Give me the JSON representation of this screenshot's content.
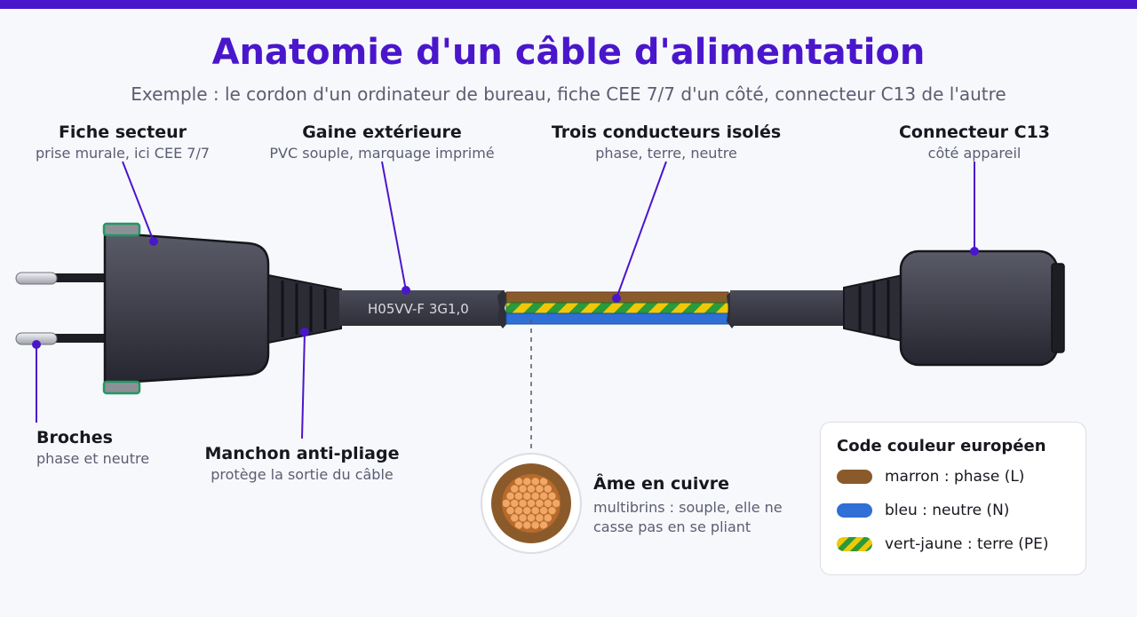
{
  "title": "Anatomie d'un câble d'alimentation",
  "subtitle": "Exemple : le cordon d'un ordinateur de bureau, fiche CEE 7/7 d'un côté, connecteur C13 de l'autre",
  "cable_marking": "H05VV-F 3G1,0",
  "labels": {
    "fiche": {
      "title": "Fiche secteur",
      "sub": "prise murale, ici CEE 7/7"
    },
    "gaine": {
      "title": "Gaine extérieure",
      "sub": "PVC souple, marquage imprimé"
    },
    "conducteurs": {
      "title": "Trois conducteurs isolés",
      "sub": "phase, terre, neutre"
    },
    "connecteur": {
      "title": "Connecteur C13",
      "sub": "côté appareil"
    },
    "broches": {
      "title": "Broches",
      "sub": "phase et neutre"
    },
    "manchon": {
      "title": "Manchon anti-pliage",
      "sub": "protège la sortie du câble"
    },
    "ame": {
      "title": "Âme en cuivre",
      "sub1": "multibrins : souple, elle ne",
      "sub2": "casse pas en se pliant"
    }
  },
  "legend": {
    "title": "Code couleur européen",
    "items": [
      {
        "label": "marron : phase (L)",
        "color": "#8b5a2b"
      },
      {
        "label": "bleu : neutre (N)",
        "color": "#2f6fd6"
      },
      {
        "label": "vert-jaune : terre (PE)",
        "color": "striped-green-yellow"
      }
    ]
  },
  "colors": {
    "accent": "#4a16cc",
    "phase": "#8b5a2b",
    "neutre": "#2f6fd6",
    "terre_green": "#2a9a3a",
    "terre_yellow": "#f0c808",
    "cable": "#3a3b47"
  }
}
